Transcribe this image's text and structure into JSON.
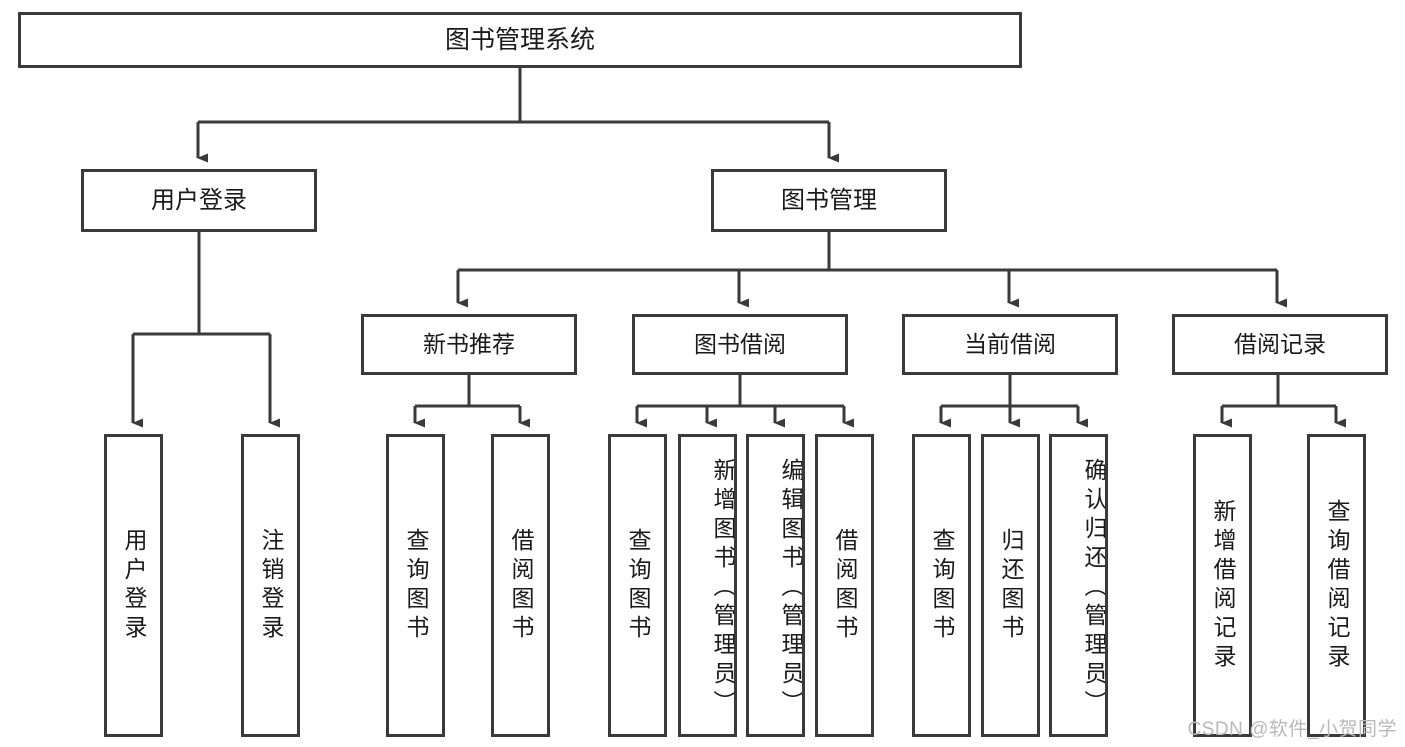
{
  "diagram": {
    "title_node": {
      "label": "图书管理系统"
    },
    "level2": [
      {
        "id": "user-login",
        "label": "用户登录"
      },
      {
        "id": "book-management",
        "label": "图书管理"
      }
    ],
    "level3": [
      {
        "id": "new-book-recommend",
        "label": "新书推荐"
      },
      {
        "id": "book-borrow",
        "label": "图书借阅"
      },
      {
        "id": "current-borrow",
        "label": "当前借阅"
      },
      {
        "id": "borrow-record",
        "label": "借阅记录"
      }
    ],
    "leaves": {
      "user_login": [
        {
          "id": "leaf-user-login",
          "label": "用户登录"
        },
        {
          "id": "leaf-logout-login",
          "label": "注销登录"
        }
      ],
      "new_book_recommend": [
        {
          "id": "leaf-query-book-1",
          "label": "查询图书"
        },
        {
          "id": "leaf-borrow-book-1",
          "label": "借阅图书"
        }
      ],
      "book_borrow": [
        {
          "id": "leaf-query-book-2",
          "label": "查询图书"
        },
        {
          "id": "leaf-add-book-admin",
          "label": "新增图书（管理员）"
        },
        {
          "id": "leaf-edit-book-admin",
          "label": "编辑图书（管理员）"
        },
        {
          "id": "leaf-borrow-book-2",
          "label": "借阅图书"
        }
      ],
      "current_borrow": [
        {
          "id": "leaf-query-book-3",
          "label": "查询图书"
        },
        {
          "id": "leaf-return-book",
          "label": "归还图书"
        },
        {
          "id": "leaf-confirm-return-admin",
          "label": "确认归还（管理员）"
        }
      ],
      "borrow_record": [
        {
          "id": "leaf-add-borrow-record",
          "label": "新增借阅记录"
        },
        {
          "id": "leaf-query-borrow-record",
          "label": "查询借阅记录"
        }
      ]
    }
  },
  "watermark": {
    "text": "CSDN @软件_小贺同学"
  },
  "colors": {
    "stroke": "#3a3a3a",
    "background": "#ffffff",
    "text": "#1a1a1a",
    "watermark": "#b9b9b9"
  }
}
